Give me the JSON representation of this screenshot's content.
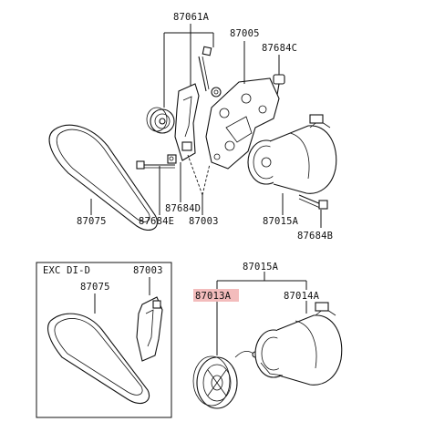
{
  "diagram": {
    "labels": {
      "p87061A": "87061A",
      "p87005": "87005",
      "p87684C": "87684C",
      "p87075_top": "87075",
      "p87684E": "87684E",
      "p87684D": "87684D",
      "p87003_top": "87003",
      "p87015A_top": "87015A",
      "p87684B": "87684B",
      "exc_note": "EXC DI-D",
      "p87003_bottom": "87003",
      "p87075_bottom": "87075",
      "p87015A_bottom": "87015A",
      "p87013A": "87013A",
      "p87014A": "87014A"
    },
    "highlight_color": "#f3bcbc"
  }
}
